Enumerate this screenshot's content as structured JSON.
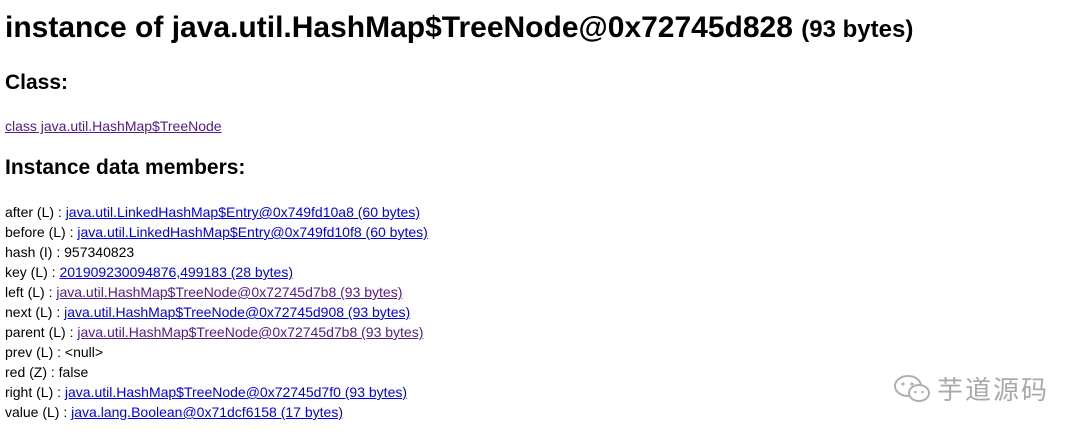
{
  "title": {
    "text": "instance of java.util.HashMap$TreeNode@0x72745d828",
    "size": "(93 bytes)"
  },
  "class_section": {
    "heading": "Class:",
    "link": "class java.util.HashMap$TreeNode"
  },
  "members_section": {
    "heading": "Instance data members:",
    "rows": [
      {
        "label": "after (L) : ",
        "value": "java.util.LinkedHashMap$Entry@0x749fd10a8 (60 bytes)",
        "is_link": true,
        "visited": false
      },
      {
        "label": "before (L) : ",
        "value": "java.util.LinkedHashMap$Entry@0x749fd10f8 (60 bytes)",
        "is_link": true,
        "visited": false
      },
      {
        "label": "hash (I) : ",
        "value": "957340823",
        "is_link": false,
        "visited": false
      },
      {
        "label": "key (L) : ",
        "value": "201909230094876,499183 (28 bytes)",
        "is_link": true,
        "visited": false
      },
      {
        "label": "left (L) : ",
        "value": "java.util.HashMap$TreeNode@0x72745d7b8 (93 bytes)",
        "is_link": true,
        "visited": true
      },
      {
        "label": "next (L) : ",
        "value": "java.util.HashMap$TreeNode@0x72745d908 (93 bytes)",
        "is_link": true,
        "visited": false
      },
      {
        "label": "parent (L) : ",
        "value": "java.util.HashMap$TreeNode@0x72745d7b8 (93 bytes)",
        "is_link": true,
        "visited": true
      },
      {
        "label": "prev (L) : ",
        "value": "<null>",
        "is_link": false,
        "visited": false
      },
      {
        "label": "red (Z) : ",
        "value": "false",
        "is_link": false,
        "visited": false
      },
      {
        "label": "right (L) : ",
        "value": "java.util.HashMap$TreeNode@0x72745d7f0 (93 bytes)",
        "is_link": true,
        "visited": false
      },
      {
        "label": "value (L) : ",
        "value": "java.lang.Boolean@0x71dcf6158 (17 bytes)",
        "is_link": true,
        "visited": false
      }
    ]
  },
  "watermark": {
    "icon": "wechat-icon",
    "text": "芋道源码"
  },
  "colors": {
    "link_unvisited": "#0000ee",
    "link_visited": "#551a8b",
    "watermark": "#a9a9a9"
  }
}
